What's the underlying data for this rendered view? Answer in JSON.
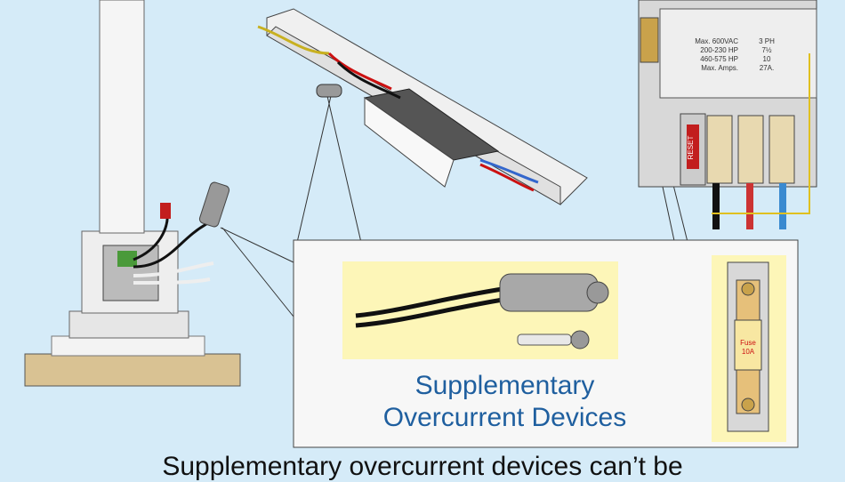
{
  "callout": {
    "title_line1": "Supplementary",
    "title_line2": "Overcurrent Devices"
  },
  "starter_nameplate": {
    "lines": [
      {
        "left": "Max. 600VAC",
        "right": "3 PH"
      },
      {
        "left": "200-230 HP",
        "right": "7½"
      },
      {
        "left": "460-575 HP",
        "right": "10"
      },
      {
        "left": "Max. Amps.",
        "right": "27A."
      }
    ],
    "reset_label": "RESET"
  },
  "fuse_holder": {
    "fuse_label_line1": "Fuse",
    "fuse_label_line2": "10A"
  },
  "caption": "Supplementary overcurrent devices can’t be",
  "colors": {
    "background": "#d5ebf8",
    "callout_title": "#1f5f9f",
    "highlight": "#fdf6b8"
  }
}
